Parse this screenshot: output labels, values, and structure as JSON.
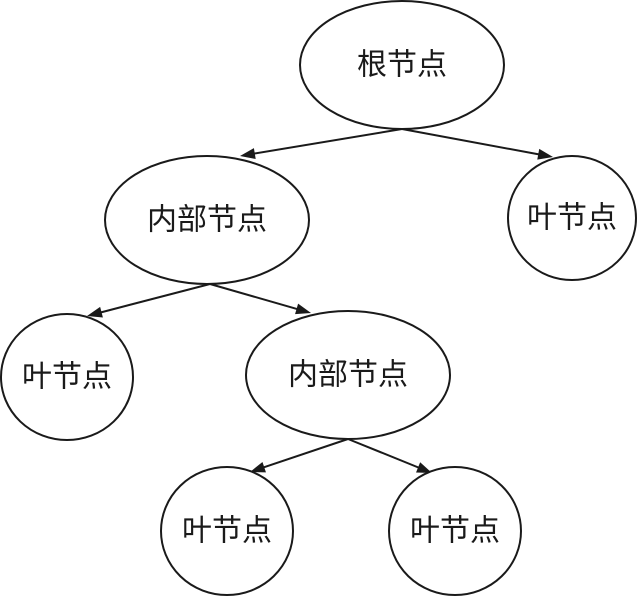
{
  "diagram": {
    "nodes": [
      {
        "id": "root",
        "label": "根节点",
        "kind": "root"
      },
      {
        "id": "internal-1",
        "label": "内部节点",
        "kind": "internal"
      },
      {
        "id": "leaf-1",
        "label": "叶节点",
        "kind": "leaf"
      },
      {
        "id": "leaf-2",
        "label": "叶节点",
        "kind": "leaf"
      },
      {
        "id": "internal-2",
        "label": "内部节点",
        "kind": "internal"
      },
      {
        "id": "leaf-3",
        "label": "叶节点",
        "kind": "leaf"
      },
      {
        "id": "leaf-4",
        "label": "叶节点",
        "kind": "leaf"
      }
    ],
    "edges": [
      {
        "from": "root",
        "to": "internal-1"
      },
      {
        "from": "root",
        "to": "leaf-1"
      },
      {
        "from": "internal-1",
        "to": "leaf-2"
      },
      {
        "from": "internal-1",
        "to": "internal-2"
      },
      {
        "from": "internal-2",
        "to": "leaf-3"
      },
      {
        "from": "internal-2",
        "to": "leaf-4"
      }
    ]
  }
}
